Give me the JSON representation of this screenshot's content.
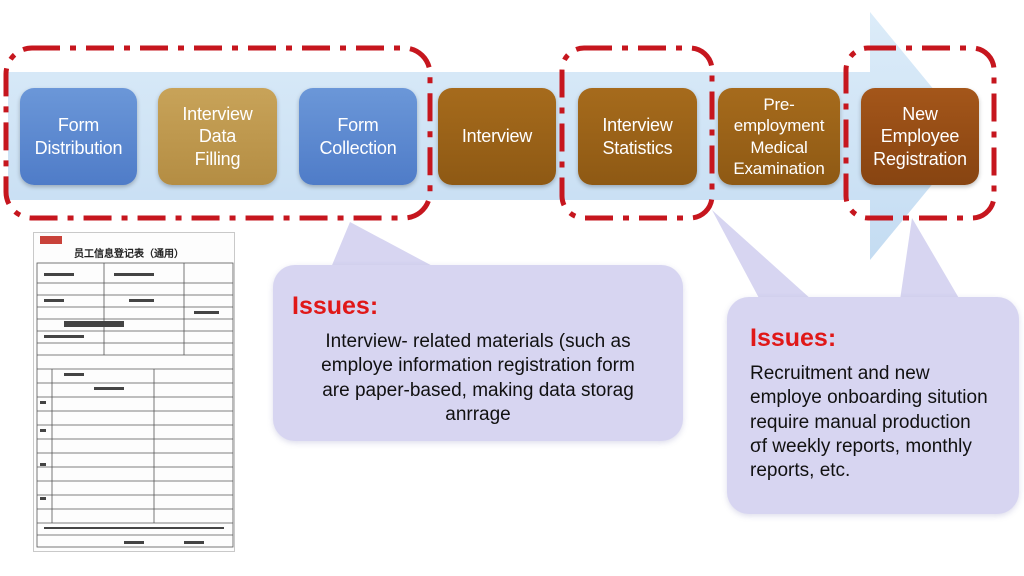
{
  "colors": {
    "arrow": "#cfe3f6",
    "dashed_border": "#c6161e",
    "callout": "#d7d5f1",
    "issue_title": "#e01818"
  },
  "steps": [
    {
      "label": "Form\nDistribution",
      "color": "blue"
    },
    {
      "label": "Interview\nData\nFilling",
      "color": "gold"
    },
    {
      "label": "Form\nCollection",
      "color": "blue"
    },
    {
      "label": "Interview",
      "color": "brown"
    },
    {
      "label": "Interview\nStatistics",
      "color": "brown"
    },
    {
      "label": "Pre-employment\nMedical\nExamination",
      "color": "brown"
    },
    {
      "label": "New Employee\nRegistration",
      "color": "rust"
    }
  ],
  "issues": [
    {
      "title": "Issues:",
      "text": "Interview- related materials  (such as\nemploye information registration form\nare paper-based, making data storag\nanrrage"
    },
    {
      "title": "Issues:",
      "text": "Recruitment and new\nemploye onboarding sitution\nrequire manual production\nσf weekly reports, monthly\nreports, etc."
    }
  ],
  "form_image": {
    "icon": "paper-form-scan",
    "title": "员工信息登记表（通用）"
  }
}
